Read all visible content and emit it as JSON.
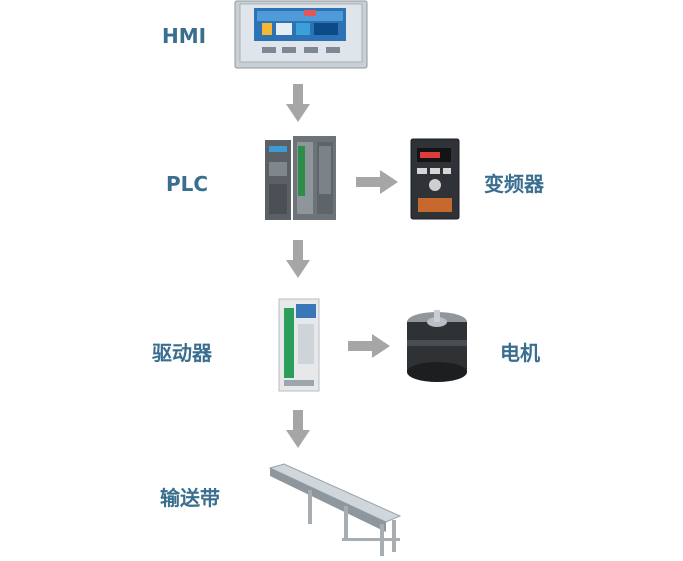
{
  "diagram": {
    "nodes": {
      "hmi": {
        "label": "HMI"
      },
      "plc": {
        "label": "PLC"
      },
      "inverter": {
        "label": "变频器"
      },
      "driver": {
        "label": "驱动器"
      },
      "motor": {
        "label": "电机"
      },
      "conveyor": {
        "label": "输送带"
      }
    },
    "edges": [
      {
        "from": "hmi",
        "to": "plc"
      },
      {
        "from": "plc",
        "to": "inverter"
      },
      {
        "from": "plc",
        "to": "driver"
      },
      {
        "from": "driver",
        "to": "motor"
      },
      {
        "from": "driver",
        "to": "conveyor"
      }
    ],
    "colors": {
      "label": "#3a6e8f",
      "arrow": "#a6a6a6"
    }
  }
}
